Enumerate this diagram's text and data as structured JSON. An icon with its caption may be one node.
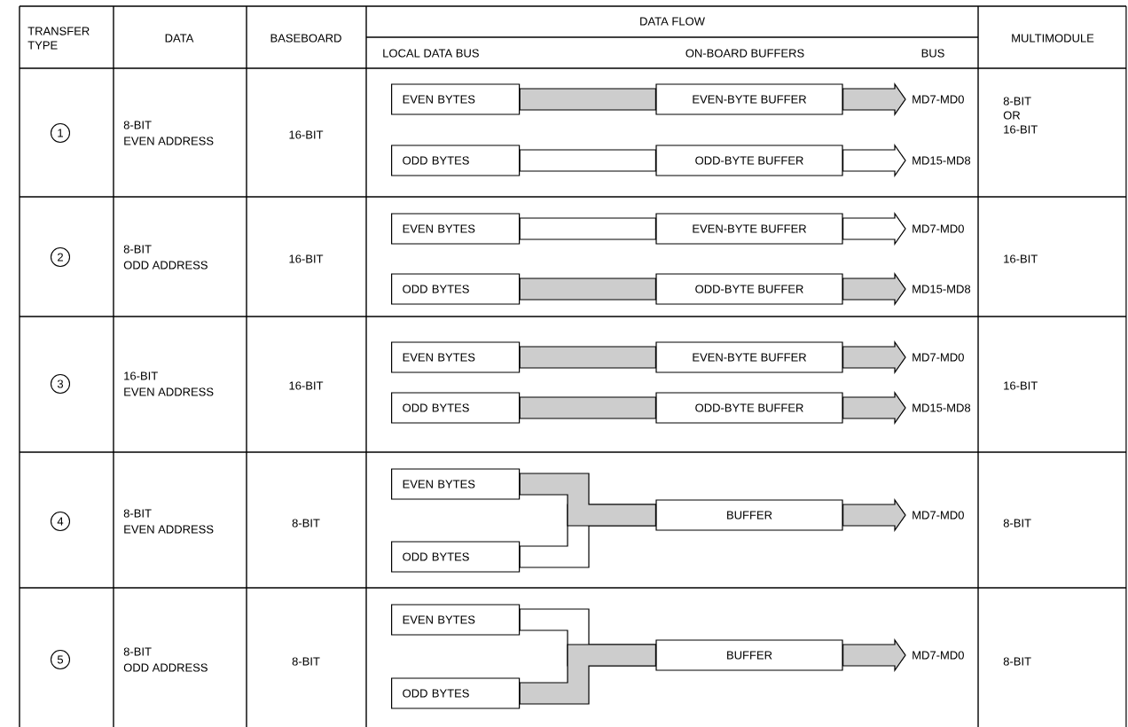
{
  "diagram": {
    "nodes": [
      {
        "text": [
          "EVEN BYTES"
        ]
      },
      {
        "text": [
          "EVEN-BYTE BUFFER"
        ]
      },
      {
        "text": [
          "MD7-MD0"
        ]
      },
      {
        "text": [
          "ODD BYTES"
        ]
      },
      {
        "text": [
          "ODD-BYTE BUFFER"
        ]
      },
      {
        "text": [
          "MD15-MD8"
        ]
      },
      {
        "text": [
          "EVEN BYTES"
        ]
      },
      {
        "text": [
          "EVEN-BYTE BUFFER"
        ]
      },
      {
        "text": [
          "MD7-MD0"
        ]
      },
      {
        "text": [
          "ODD BYTES"
        ]
      },
      {
        "text": [
          "ODD-BYTE BUFFER"
        ]
      },
      {
        "text": [
          "MD15-MD8"
        ]
      },
      {
        "text": [
          "EVEN BYTES"
        ]
      },
      {
        "text": [
          "EVEN-BYTE BUFFER"
        ]
      },
      {
        "text": [
          "MD7-MD0"
        ]
      },
      {
        "text": [
          "ODD BYTES"
        ]
      },
      {
        "text": [
          "ODD-BYTE BUFFER"
        ]
      },
      {
        "text": [
          "MD15-MD8"
        ]
      },
      {
        "text": [
          "EVEN BYTES"
        ]
      },
      {
        "text": [
          "BUFFER"
        ]
      },
      {
        "text": [
          "MD7-MD0"
        ]
      },
      {
        "text": [
          "ODD BYTES"
        ]
      },
      {
        "text": [
          "EVEN BYTES"
        ]
      },
      {
        "text": [
          "BUFFER"
        ]
      },
      {
        "text": [
          "MD7-MD0"
        ]
      },
      {
        "text": [
          "ODD BYTES"
        ]
      }
    ],
    "edges": [
      {
        "from": 0,
        "to": 1,
        "arrow": "none"
      },
      {
        "from": 1,
        "to": 2,
        "arrow": "to"
      },
      {
        "from": 3,
        "to": 4,
        "arrow": "none",
        "color": "#ffffff"
      },
      {
        "from": 4,
        "to": 5,
        "arrow": "to",
        "color": "#ffffff"
      },
      {
        "from": 6,
        "to": 7,
        "arrow": "none",
        "color": "#ffffff"
      },
      {
        "from": 7,
        "to": 8,
        "arrow": "to",
        "color": "#ffffff"
      },
      {
        "from": 9,
        "to": 10,
        "arrow": "none"
      },
      {
        "from": 10,
        "to": 11,
        "arrow": "to"
      },
      {
        "from": 12,
        "to": 13,
        "arrow": "none"
      },
      {
        "from": 13,
        "to": 14,
        "arrow": "to"
      },
      {
        "from": 15,
        "to": 16,
        "arrow": "none"
      },
      {
        "from": 16,
        "to": 17,
        "arrow": "to"
      },
      {
        "from": 18,
        "to": 19,
        "arrow": "none"
      },
      {
        "from": 21,
        "to": 19,
        "arrow": "none",
        "color": "#ffffff"
      },
      {
        "from": 19,
        "to": 20,
        "arrow": "to"
      },
      {
        "from": 22,
        "to": 23,
        "arrow": "none",
        "color": "#ffffff"
      },
      {
        "from": 25,
        "to": 23,
        "arrow": "none"
      },
      {
        "from": 23,
        "to": 24,
        "arrow": "to"
      }
    ],
    "labels": [
      "TRANSFER TYPE",
      "DATA",
      "BASEBOARD",
      "DATA FLOW",
      "MULTIMODULE",
      "LOCAL DATA BUS",
      "ON-BOARD BUFFERS",
      "BUS",
      "1",
      "8-BIT",
      "EVEN ADDRESS",
      "16-BIT",
      "8-BIT OR 16-BIT",
      "2",
      "8-BIT",
      "ODD ADDRESS",
      "16-BIT",
      "16-BIT",
      "3",
      "16-BIT",
      "EVEN ADDRESS",
      "16-BIT",
      "16-BIT",
      "4",
      "8-BIT",
      "EVEN ADDRESS",
      "8-BIT",
      "8-BIT",
      "5",
      "8-BIT",
      "ODD ADDRESS",
      "8-BIT",
      "8-BIT"
    ]
  }
}
